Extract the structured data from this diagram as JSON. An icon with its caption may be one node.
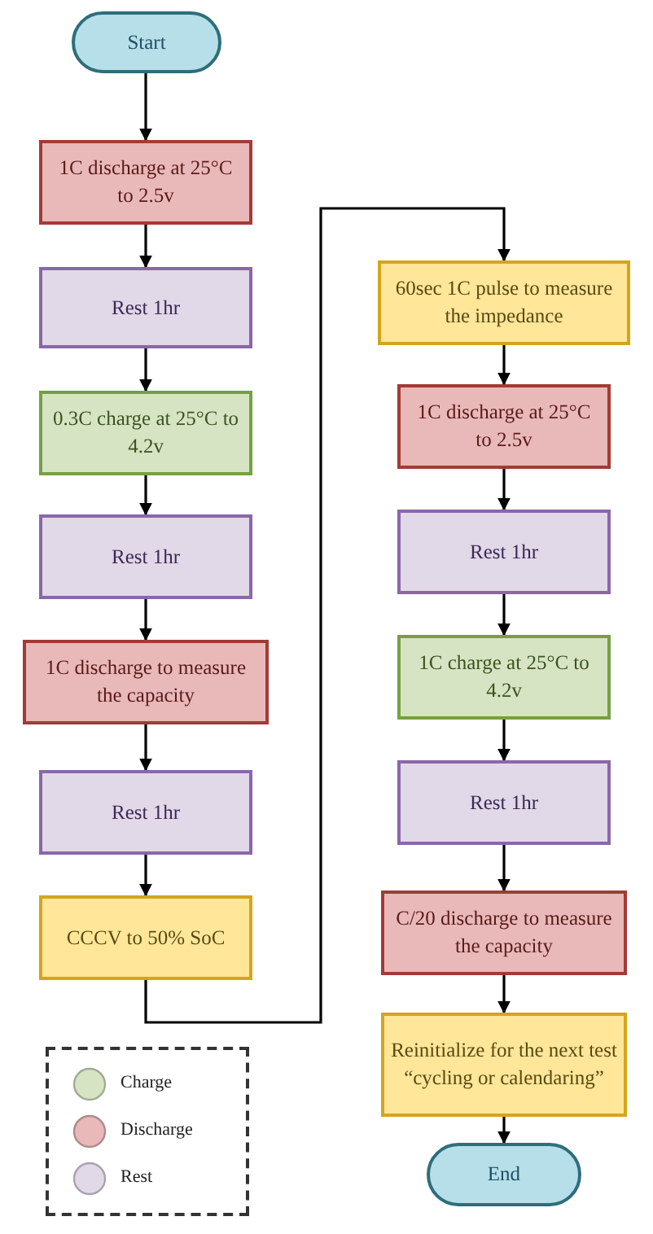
{
  "diagram": {
    "nodes": [
      {
        "text": [
          "Start"
        ]
      },
      {
        "text": [
          "1C discharge at 25°C to 2.5v"
        ]
      },
      {
        "text": [
          "Rest 1hr"
        ]
      },
      {
        "text": [
          "0.3C charge at 25°C to 4.2v"
        ]
      },
      {
        "text": [
          "Rest 1hr"
        ]
      },
      {
        "text": [
          "1C discharge to measure the capacity"
        ]
      },
      {
        "text": [
          "Rest 1hr"
        ]
      },
      {
        "text": [
          "CCCV to 50% SoC"
        ]
      },
      {
        "text": [
          "60sec 1C pulse to measure the impedance"
        ]
      },
      {
        "text": [
          "1C discharge at 25°C to 2.5v"
        ]
      },
      {
        "text": [
          "Rest 1hr"
        ]
      },
      {
        "text": [
          "1C charge at 25°C to 4.2v"
        ]
      },
      {
        "text": [
          "Rest 1hr"
        ]
      },
      {
        "text": [
          "C/20 discharge to measure the capacity"
        ]
      },
      {
        "text": [
          "Reinitialize for the next test “cycling or calendaring”"
        ]
      },
      {
        "text": [
          "End"
        ]
      }
    ],
    "edges": [
      {
        "from": 0,
        "to": 1,
        "arrow": "to"
      },
      {
        "from": 1,
        "to": 2,
        "arrow": "to"
      },
      {
        "from": 2,
        "to": 3,
        "arrow": "to"
      },
      {
        "from": 3,
        "to": 4,
        "arrow": "to"
      },
      {
        "from": 4,
        "to": 5,
        "arrow": "to"
      },
      {
        "from": 5,
        "to": 6,
        "arrow": "to"
      },
      {
        "from": 6,
        "to": 7,
        "arrow": "to"
      },
      {
        "from": 7,
        "to": 8,
        "arrow": "to"
      },
      {
        "from": 8,
        "to": 9,
        "arrow": "to"
      },
      {
        "from": 9,
        "to": 10,
        "arrow": "to"
      },
      {
        "from": 10,
        "to": 11,
        "arrow": "to"
      },
      {
        "from": 11,
        "to": 12,
        "arrow": "to"
      },
      {
        "from": 12,
        "to": 13,
        "arrow": "to"
      },
      {
        "from": 13,
        "to": 14,
        "arrow": "to"
      },
      {
        "from": 14,
        "to": 15,
        "arrow": "to"
      }
    ],
    "legend": [
      {
        "text": "Charge",
        "color": "#d6e4c4"
      },
      {
        "text": "Discharge",
        "color": "#e8b9b8"
      },
      {
        "text": "Rest",
        "color": "#e1d8e8"
      }
    ]
  }
}
